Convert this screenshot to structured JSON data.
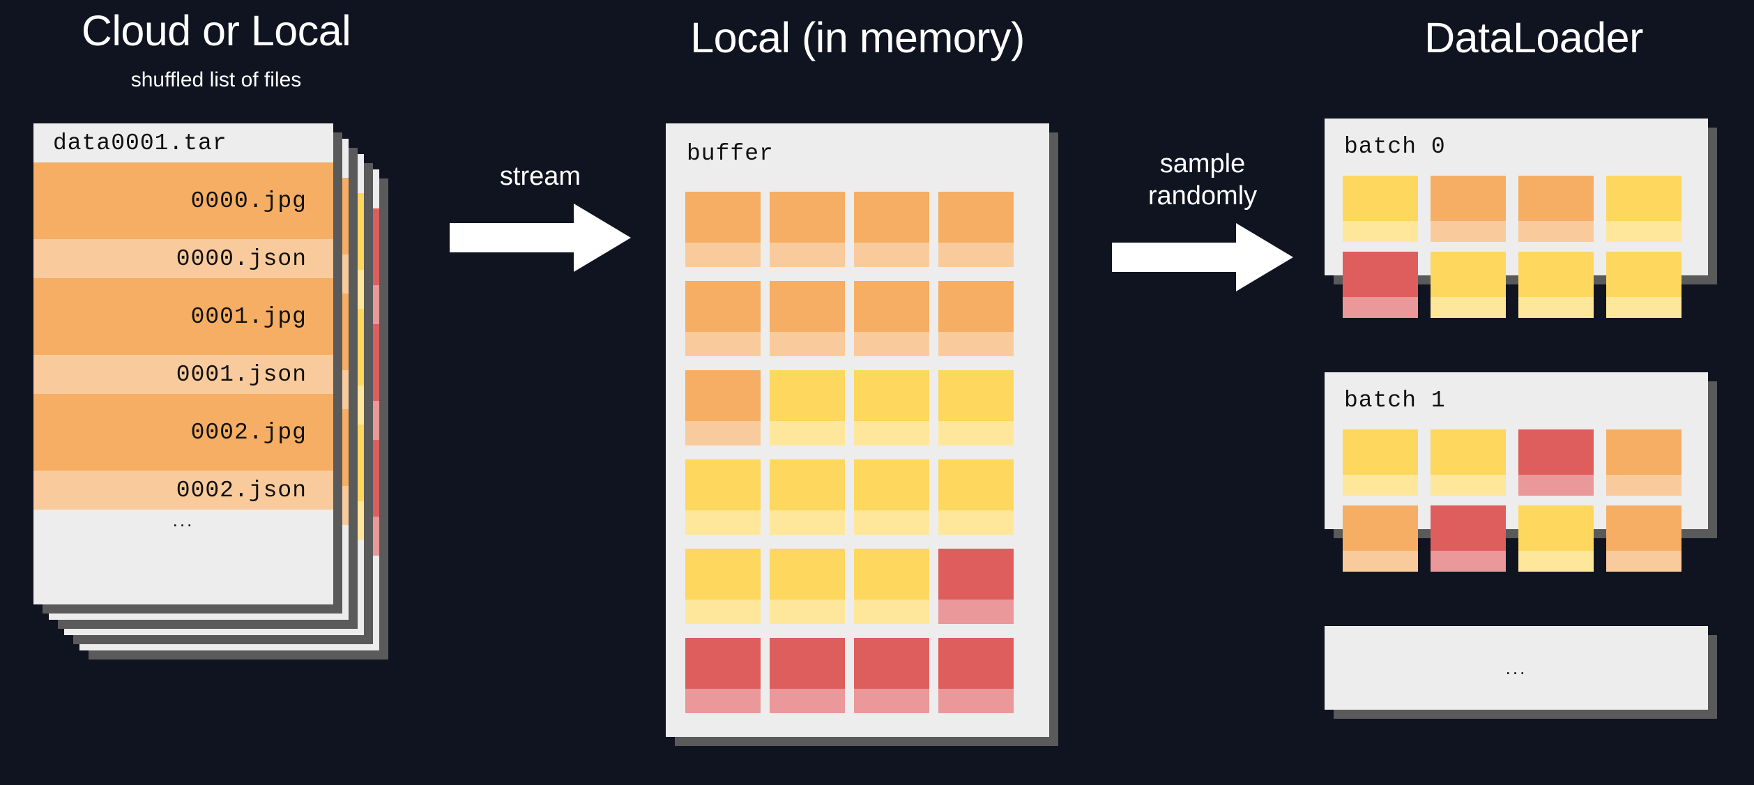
{
  "background_color": "#0F1420",
  "palette": {
    "surface": "#EDEDED",
    "shadow": "#5A5A5A",
    "text_light": "#FFFFFF",
    "text_dark": "#111111",
    "orange": "#F5AE63",
    "orange_light": "#F9CB9C",
    "yellow": "#FDD75E",
    "yellow_light": "#FEE79B",
    "red": "#DE5E5E",
    "red_light": "#EA9899"
  },
  "columns": {
    "source": {
      "title": "Cloud or Local",
      "subtitle": "shuffled list of files",
      "card": {
        "name": "data0001.tar",
        "rows": [
          {
            "label": "0000.jpg",
            "kind": "jpg",
            "color": "orange"
          },
          {
            "label": "0000.json",
            "kind": "json",
            "color": "orange_light"
          },
          {
            "label": "0001.jpg",
            "kind": "jpg",
            "color": "orange"
          },
          {
            "label": "0001.json",
            "kind": "json",
            "color": "orange_light"
          },
          {
            "label": "0002.jpg",
            "kind": "jpg",
            "color": "orange"
          },
          {
            "label": "0002.json",
            "kind": "json",
            "color": "orange_light"
          }
        ],
        "more": "..."
      },
      "stacked_cards": [
        {
          "stripe": "orange"
        },
        {
          "stripe": "yellow"
        },
        {
          "stripe": "red"
        }
      ]
    },
    "buffer": {
      "title": "Local (in memory)",
      "card_label": "buffer",
      "grid_rows": 6,
      "grid_cols": 4,
      "tiles": [
        [
          "orange",
          "orange",
          "orange",
          "orange"
        ],
        [
          "orange",
          "orange",
          "orange",
          "orange"
        ],
        [
          "orange",
          "yellow",
          "yellow",
          "yellow"
        ],
        [
          "yellow",
          "yellow",
          "yellow",
          "yellow"
        ],
        [
          "yellow",
          "yellow",
          "yellow",
          "red"
        ],
        [
          "red",
          "red",
          "red",
          "red"
        ]
      ]
    },
    "dataloader": {
      "title": "DataLoader",
      "batches": [
        {
          "label": "batch 0",
          "tiles": [
            [
              "yellow",
              "orange",
              "orange",
              "yellow"
            ],
            [
              "red",
              "yellow",
              "yellow",
              "yellow"
            ]
          ]
        },
        {
          "label": "batch 1",
          "tiles": [
            [
              "yellow",
              "yellow",
              "red",
              "orange"
            ],
            [
              "orange",
              "red",
              "yellow",
              "orange"
            ]
          ]
        }
      ],
      "more": "..."
    }
  },
  "arrows": [
    {
      "label": "stream",
      "icon": "arrow-right-icon"
    },
    {
      "label": "sample\nrandomly",
      "icon": "arrow-right-icon"
    }
  ]
}
